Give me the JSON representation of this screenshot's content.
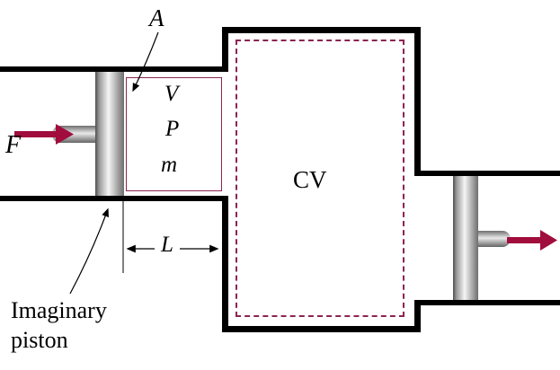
{
  "colors": {
    "wall": "#000000",
    "accent": "#a10d3d",
    "boundary": "#8b2452"
  },
  "labels": {
    "area": "A",
    "force": "F",
    "volume": "V",
    "pressure": "P",
    "mass": "m",
    "length": "L",
    "control_volume": "CV",
    "imaginary_piston_line1": "Imaginary",
    "imaginary_piston_line2": "piston"
  }
}
